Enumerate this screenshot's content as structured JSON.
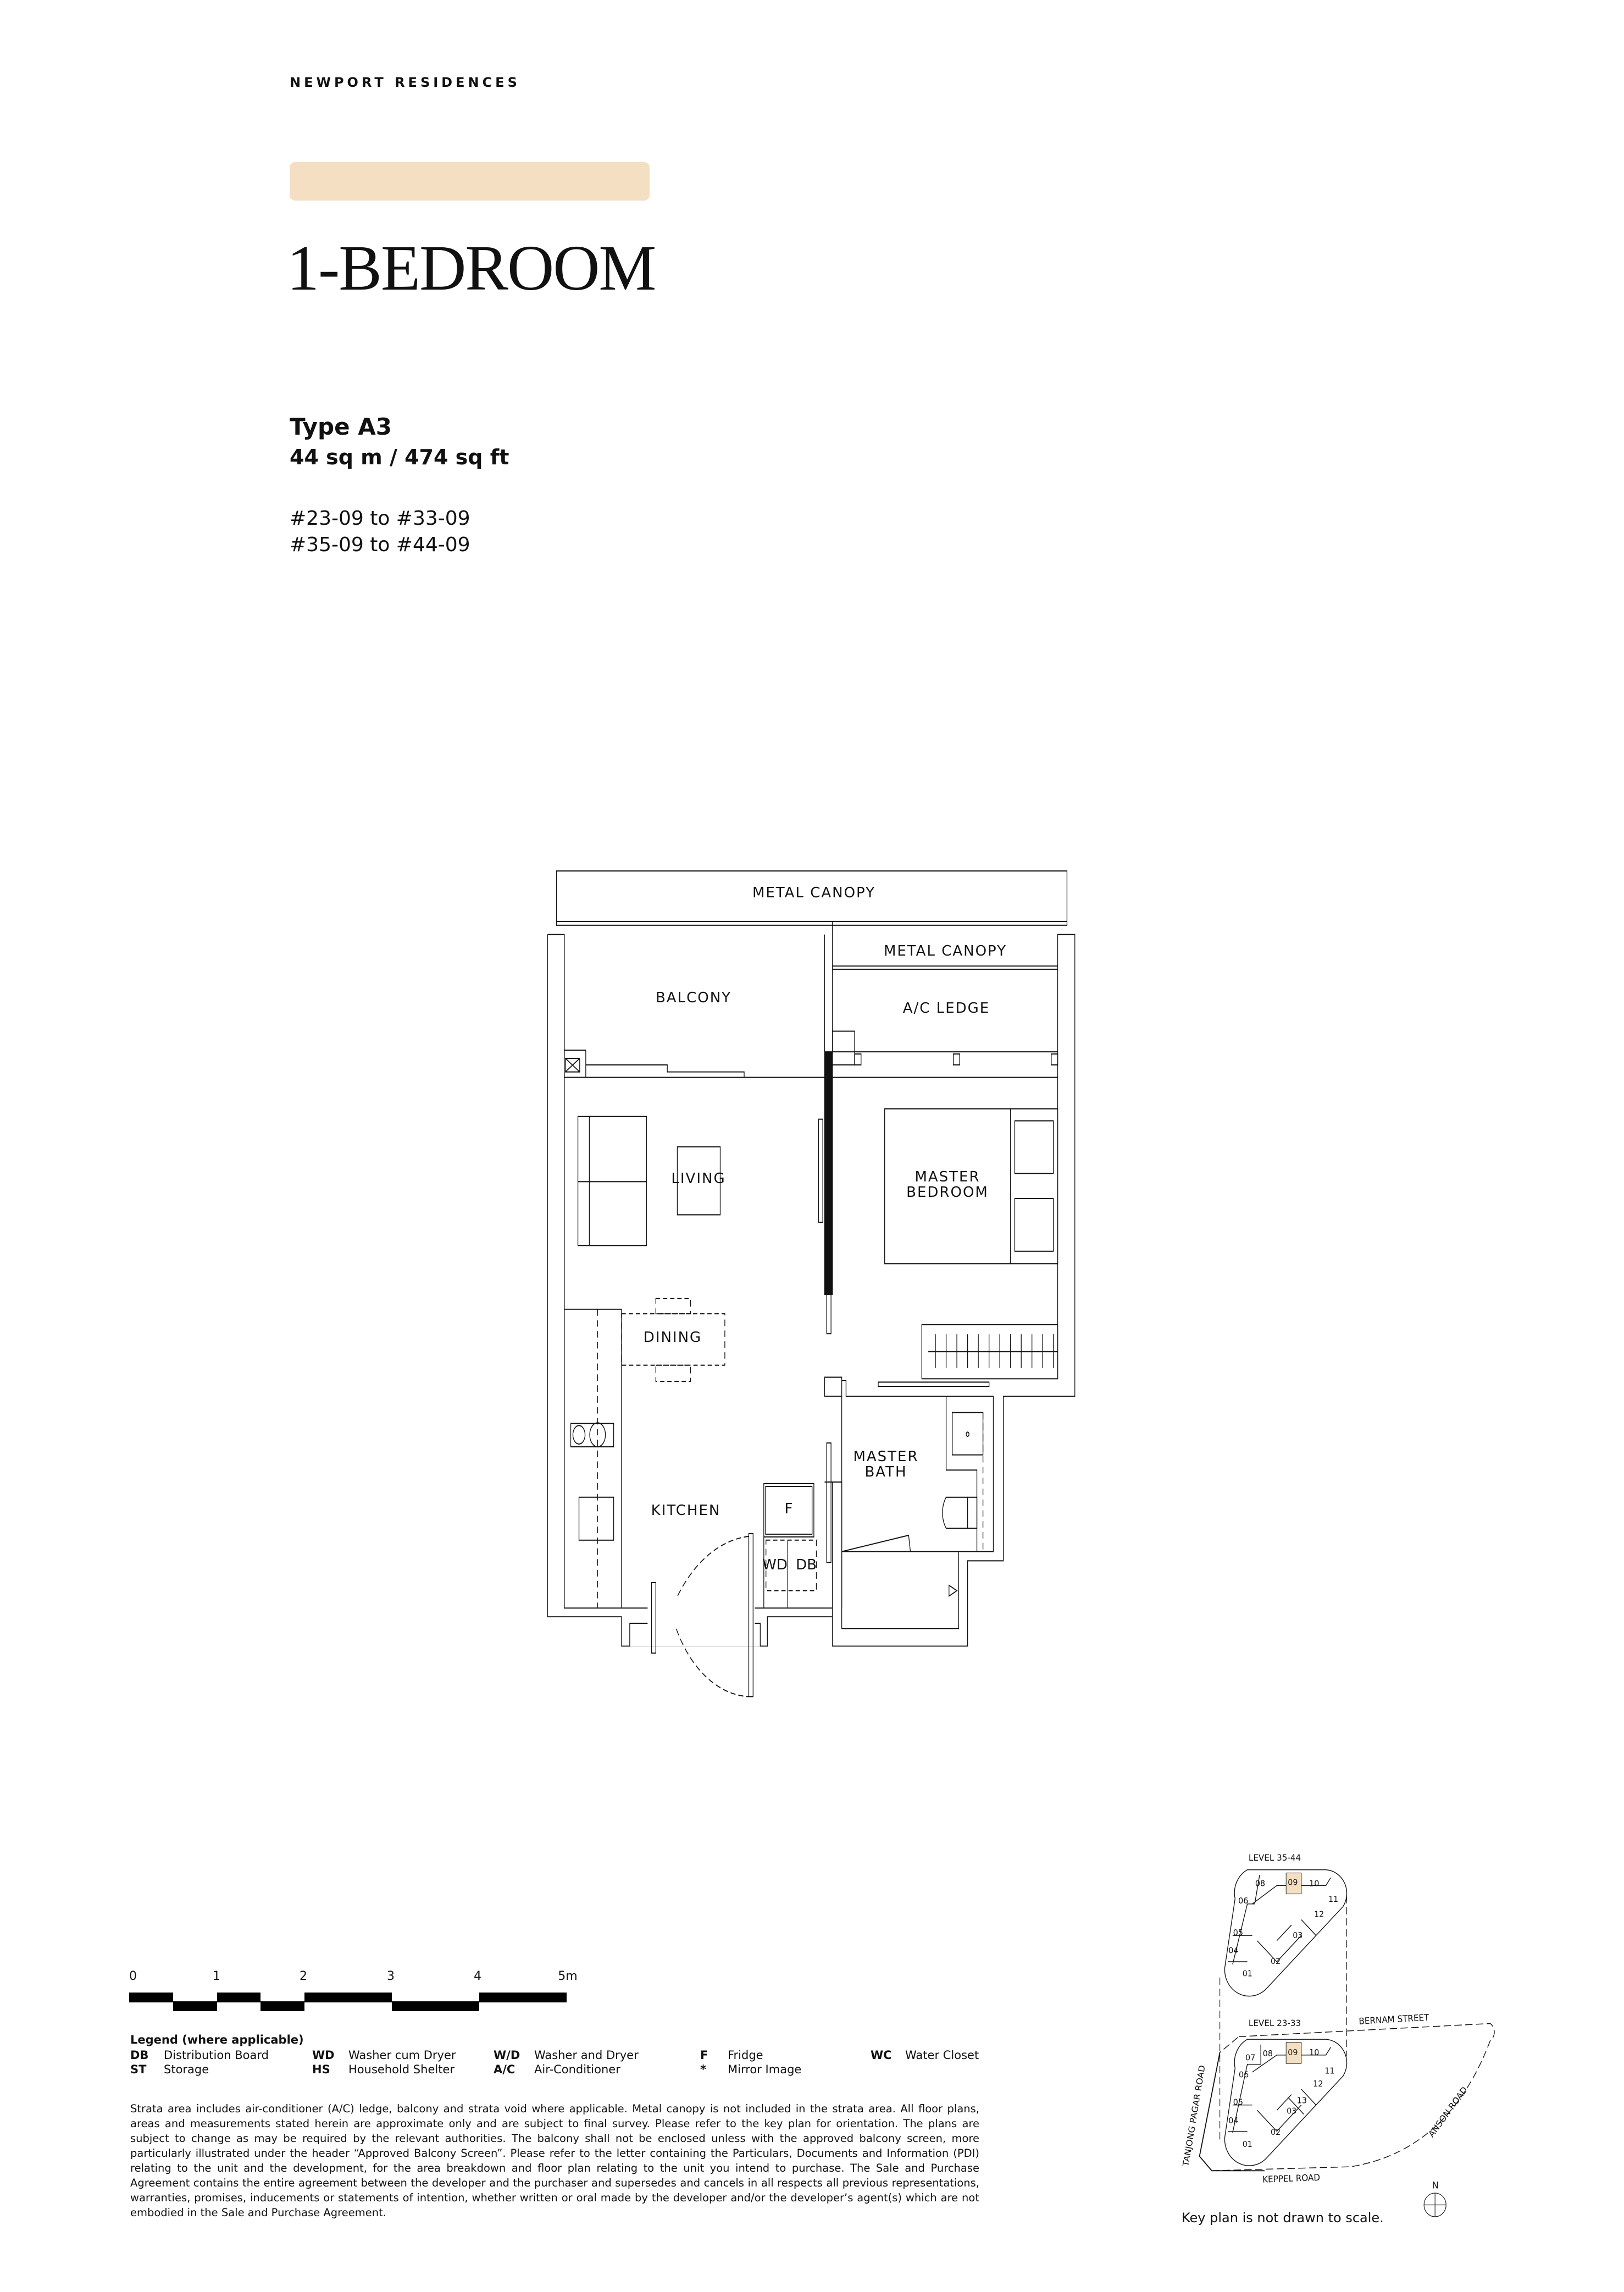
{
  "header": {
    "brand": "NEWPORT RESIDENCES",
    "accent_color": "#F5DFC2"
  },
  "unit": {
    "title": "1-BEDROOM",
    "type": "Type A3",
    "area": "44 sq m / 474 sq ft",
    "units": [
      "#23-09 to #33-09",
      "#35-09 to #44-09"
    ]
  },
  "plan": {
    "labels": {
      "metal_canopy_top": "METAL CANOPY",
      "metal_canopy_right": "METAL CANOPY",
      "balcony": "BALCONY",
      "ac_ledge": "A/C LEDGE",
      "living": "LIVING",
      "master_bedroom": "MASTER BEDROOM",
      "dining": "DINING",
      "master_bath": "MASTER BATH",
      "kitchen": "KITCHEN",
      "fridge": "F",
      "wd": "WD",
      "db": "DB"
    }
  },
  "scale": {
    "ticks": [
      "0",
      "1",
      "2",
      "3",
      "4",
      "5m"
    ]
  },
  "legend": {
    "title": "Legend (where applicable)",
    "items": [
      {
        "abbr": "DB",
        "label": "Distribution Board"
      },
      {
        "abbr": "ST",
        "label": "Storage"
      },
      {
        "abbr": "WD",
        "label": "Washer cum Dryer"
      },
      {
        "abbr": "HS",
        "label": "Household Shelter"
      },
      {
        "abbr": "W/D",
        "label": "Washer and Dryer"
      },
      {
        "abbr": "A/C",
        "label": "Air-Conditioner"
      },
      {
        "abbr": "F",
        "label": "Fridge"
      },
      {
        "abbr": "*",
        "label": "Mirror Image"
      },
      {
        "abbr": "WC",
        "label": "Water Closet"
      }
    ]
  },
  "disclaimer": "Strata area includes air-conditioner (A/C) ledge, balcony and strata void where applicable. Metal canopy is not included in the strata area. All floor plans, areas and measurements stated herein are approximate only and are subject to final survey. Please refer to the key plan for orientation. The plans are subject to change as may be required by the relevant authorities. The balcony shall not be enclosed unless with the approved balcony screen, more particularly illustrated under the header “Approved Balcony Screen”. Please refer to the letter containing the Particulars, Documents and Information (PDI) relating to the unit and the development, for the area breakdown and floor plan relating to the unit you intend to purchase. The Sale and Purchase Agreement contains the entire agreement between the developer and the purchaser and supersedes and cancels in all respects all previous representations, warranties, promises, inducements or statements of intention, whether written or oral made by the developer and/or the developer’s agent(s) which are not embodied in the Sale and Purchase Agreement.",
  "key_plan": {
    "level_upper": "LEVEL  35-44",
    "level_lower": "LEVEL  23-33",
    "upper_units": [
      "08",
      "09",
      "10",
      "06",
      "11",
      "12",
      "05",
      "03",
      "04",
      "02",
      "01"
    ],
    "lower_units": [
      "07",
      "08",
      "09",
      "10",
      "06",
      "11",
      "12",
      "05",
      "13",
      "03",
      "04",
      "02",
      "01"
    ],
    "highlight_unit": "09",
    "roads": {
      "bernam": "BERNAM STREET",
      "tanjong": "TANJONG PAGAR ROAD",
      "anson": "ANSON ROAD",
      "keppel": "KEPPEL ROAD"
    },
    "north": "N",
    "caption": "Key plan is not drawn to scale."
  }
}
